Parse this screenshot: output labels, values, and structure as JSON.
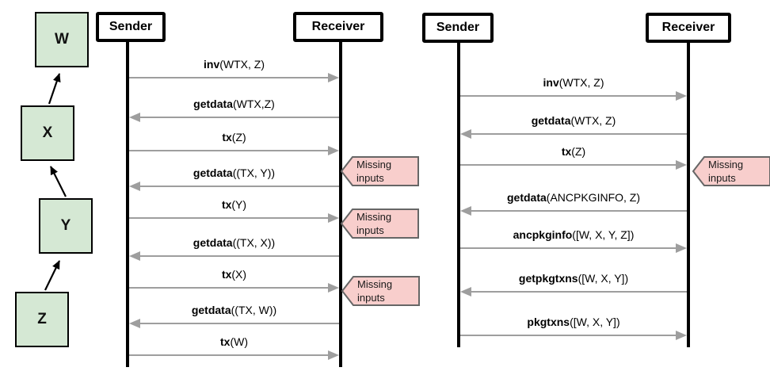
{
  "transaction_chain": {
    "nodes": [
      {
        "label": "W"
      },
      {
        "label": "X"
      },
      {
        "label": "Y"
      },
      {
        "label": "Z"
      }
    ]
  },
  "left_diagram": {
    "sender_label": "Sender",
    "receiver_label": "Receiver",
    "messages": [
      {
        "fn": "inv",
        "args": "(WTX, Z)",
        "direction": "right"
      },
      {
        "fn": "getdata",
        "args": "(WTX,Z)",
        "direction": "left"
      },
      {
        "fn": "tx",
        "args": "(Z)",
        "direction": "right"
      },
      {
        "fn": "getdata",
        "args": "((TX, Y))",
        "direction": "left"
      },
      {
        "fn": "tx",
        "args": "(Y)",
        "direction": "right"
      },
      {
        "fn": "getdata",
        "args": "((TX, X))",
        "direction": "left"
      },
      {
        "fn": "tx",
        "args": "(X)",
        "direction": "right"
      },
      {
        "fn": "getdata",
        "args": "((TX, W))",
        "direction": "left"
      },
      {
        "fn": "tx",
        "args": "(W)",
        "direction": "right"
      }
    ],
    "notes": [
      {
        "label": "Missing inputs"
      },
      {
        "label": "Missing inputs"
      },
      {
        "label": "Missing inputs"
      }
    ]
  },
  "right_diagram": {
    "sender_label": "Sender",
    "receiver_label": "Receiver",
    "messages": [
      {
        "fn": "inv",
        "args": "(WTX, Z)",
        "direction": "right"
      },
      {
        "fn": "getdata",
        "args": "(WTX, Z)",
        "direction": "left"
      },
      {
        "fn": "tx",
        "args": "(Z)",
        "direction": "right"
      },
      {
        "fn": "getdata",
        "args": "(ANCPKGINFO, Z)",
        "direction": "left"
      },
      {
        "fn": "ancpkginfo",
        "args": "([W, X, Y, Z])",
        "direction": "right"
      },
      {
        "fn": "getpkgtxns",
        "args": "([W, X, Y])",
        "direction": "left"
      },
      {
        "fn": "pkgtxns",
        "args": "([W, X, Y])",
        "direction": "right"
      }
    ],
    "notes": [
      {
        "label": "Missing inputs"
      }
    ]
  },
  "colors": {
    "node_fill": "#d5e8d4",
    "node_border": "#000000",
    "note_fill": "#f8cecc",
    "note_border": "#666666",
    "arrow_gray": "#9e9e9e",
    "lifeline_black": "#000000"
  }
}
